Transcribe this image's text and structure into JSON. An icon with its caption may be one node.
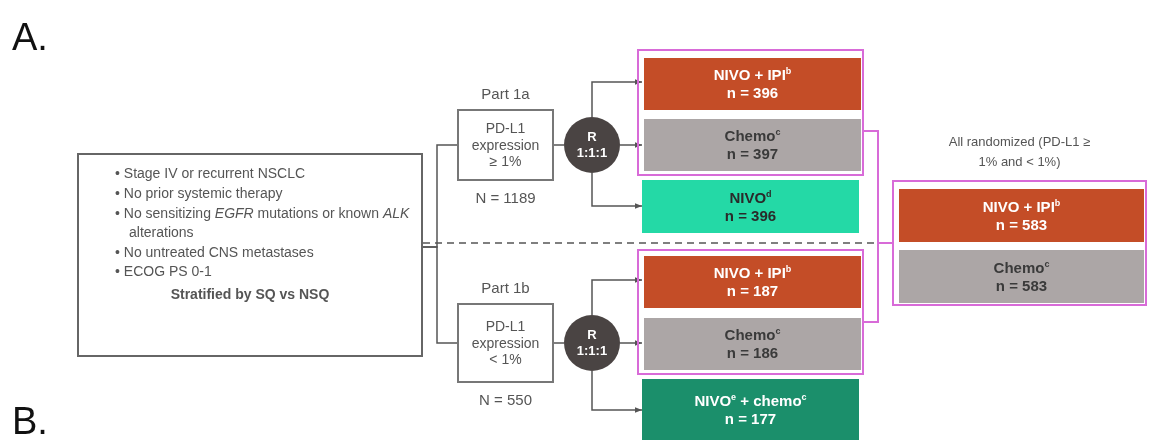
{
  "diagram": {
    "nodes": [
      {
        "text": [
          "• Stage IV or recurrent NSCLC",
          "• No prior systemic therapy",
          "• No sensitizing *EGFR* mutations or known *ALK* alterations",
          "• No untreated CNS metastases",
          "• ECOG PS 0-1",
          "Stratified by SQ vs NSQ"
        ]
      },
      {
        "text": [
          "Part 1a",
          "PD-L1 expression ≥ 1%"
        ],
        "beside": [
          "N = 1189"
        ]
      },
      {
        "text": [
          "R",
          "1:1:1"
        ]
      },
      {
        "text": [],
        "shape": "box"
      },
      {
        "text": [
          "NIVO + IPI$^{b}$",
          "n = 396"
        ],
        "in": 3
      },
      {
        "text": [
          "Chemo$^{c}$",
          "n = 397"
        ],
        "in": 3
      },
      {
        "text": [
          "NIVO$^{d}$",
          "n = 396"
        ]
      },
      {
        "text": [
          "Part 1b",
          "PD-L1 expression < 1%"
        ],
        "beside": [
          "N = 550"
        ]
      },
      {
        "text": [
          "R",
          "1:1:1"
        ]
      },
      {
        "text": [],
        "shape": "box"
      },
      {
        "text": [
          "NIVO + IPI$^{b}$",
          "n = 187"
        ],
        "in": 9
      },
      {
        "text": [
          "Chemo$^{c}$",
          "n = 186"
        ],
        "in": 9
      },
      {
        "text": [
          "NIVO$^{e}$ + chemo$^{c}$",
          "n = 177"
        ]
      },
      {
        "text": [
          "All randomized (PD-L1 ≥ 1% and < 1%)"
        ]
      },
      {
        "text": [
          "NIVO + IPI$^{b}$",
          "n = 583"
        ],
        "in": 13
      },
      {
        "text": [
          "Chemo$^{c}$",
          "n = 583"
        ],
        "in": 13
      }
    ],
    "edges": [
      {
        "from": 0,
        "to": 1,
        "arrow": "none"
      },
      {
        "from": 0,
        "to": 7,
        "arrow": "none"
      },
      {
        "from": 1,
        "to": 2,
        "arrow": "none"
      },
      {
        "from": 2,
        "to": 4,
        "arrow": "to"
      },
      {
        "from": 2,
        "to": 5,
        "arrow": "to"
      },
      {
        "from": 2,
        "to": 6,
        "arrow": "to"
      },
      {
        "from": 7,
        "to": 8,
        "arrow": "none"
      },
      {
        "from": 8,
        "to": 10,
        "arrow": "to"
      },
      {
        "from": 8,
        "to": 11,
        "arrow": "to"
      },
      {
        "from": 8,
        "to": 12,
        "arrow": "to"
      },
      {
        "from": 3,
        "to": 13,
        "arrow": "none",
        "color": "#d86bd8"
      },
      {
        "from": 9,
        "to": 13,
        "arrow": "none",
        "color": "#d86bd8"
      }
    ],
    "labels": [
      "A.",
      "B."
    ]
  }
}
